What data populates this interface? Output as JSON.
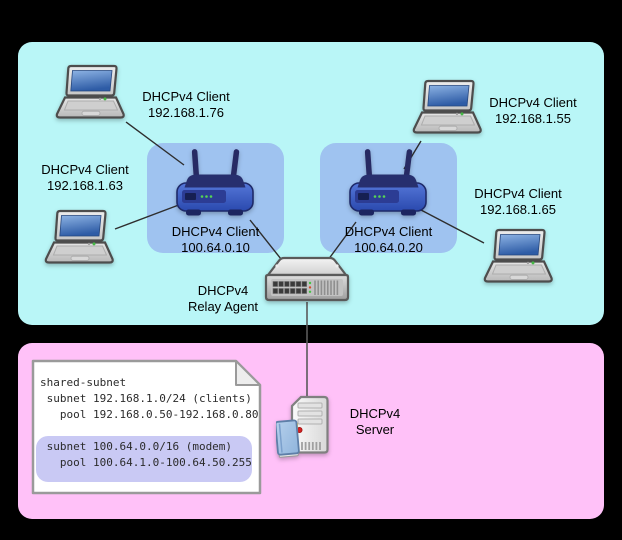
{
  "diagram": {
    "clients_zone": {
      "laptop_76": {
        "label": "DHCPv4 Client",
        "ip": "192.168.1.76"
      },
      "laptop_63": {
        "label": "DHCPv4 Client",
        "ip": "192.168.1.63"
      },
      "laptop_55": {
        "label": "DHCPv4 Client",
        "ip": "192.168.1.55"
      },
      "laptop_65": {
        "label": "DHCPv4 Client",
        "ip": "192.168.1.65"
      },
      "modem_10": {
        "label": "DHCPv4 Client",
        "ip": "100.64.0.10"
      },
      "modem_20": {
        "label": "DHCPv4 Client",
        "ip": "100.64.0.20"
      },
      "relay_agent": {
        "label": "DHCPv4",
        "sublabel": "Relay Agent"
      }
    },
    "server_zone": {
      "server": {
        "label": "DHCPv4",
        "sublabel": "Server"
      },
      "config_file": {
        "lines": [
          "shared-subnet",
          " subnet 192.168.1.0/24 (clients)",
          "   pool 192.168.0.50-192.168.0.80",
          "",
          " subnet 100.64.0.0/16 (modem)",
          "   pool 100.64.1.0-100.64.50.255"
        ],
        "highlighted_lines": [
          4,
          5
        ]
      }
    },
    "colors": {
      "background": "#000000",
      "clients_region": "#b9f6f7",
      "server_region": "#ffc1f8",
      "router_subnet_box": "#9fc3f0",
      "config_highlight": "#c9c9f4"
    }
  }
}
